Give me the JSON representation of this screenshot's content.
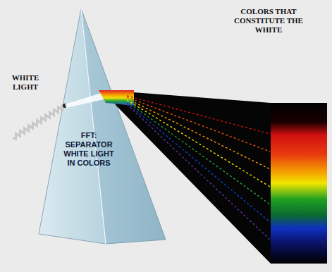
{
  "diagram": {
    "nodes": [
      {
        "text": [
          "FFT: SEPARATOR WHITE LIGHT IN COLORS"
        ]
      }
    ],
    "labels": [
      "WHITE LIGHT",
      "COLORS THAT CONSTITUTE THE WHITE"
    ]
  }
}
